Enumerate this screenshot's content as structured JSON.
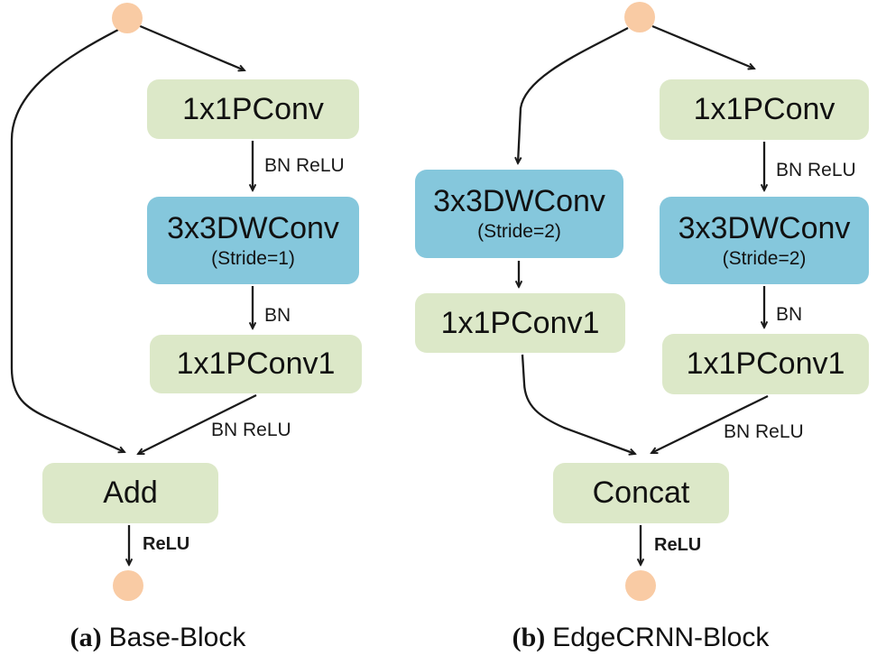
{
  "figure": {
    "caption_a": {
      "prefix": "(a)",
      "label": "Base-Block"
    },
    "caption_b": {
      "prefix": "(b)",
      "label": "EdgeCRNN-Block"
    }
  },
  "colors": {
    "node_green": "#dce8c8",
    "node_blue": "#85c7dc",
    "io_circle_peach": "#f9cba4",
    "arrow_black": "#1a1a1a"
  },
  "block_a": {
    "nodes": {
      "pconv": "1x1PConv",
      "dwconv": "3x3DWConv",
      "dwconv_stride": "(Stride=1)",
      "pconv1": "1x1PConv1",
      "add": "Add"
    },
    "edge_labels": {
      "bn_relu_1": "BN ReLU",
      "bn": "BN",
      "bn_relu_2": "BN ReLU",
      "relu": "ReLU"
    }
  },
  "block_b": {
    "nodes": {
      "dwconv_left": "3x3DWConv",
      "dwconv_left_stride": "(Stride=2)",
      "pconv1_left": "1x1PConv1",
      "pconv": "1x1PConv",
      "dwconv_right": "3x3DWConv",
      "dwconv_right_stride": "(Stride=2)",
      "pconv1_right": "1x1PConv1",
      "concat": "Concat"
    },
    "edge_labels": {
      "bn_relu_1": "BN ReLU",
      "bn": "BN",
      "bn_relu_2": "BN ReLU",
      "relu": "ReLU"
    }
  }
}
